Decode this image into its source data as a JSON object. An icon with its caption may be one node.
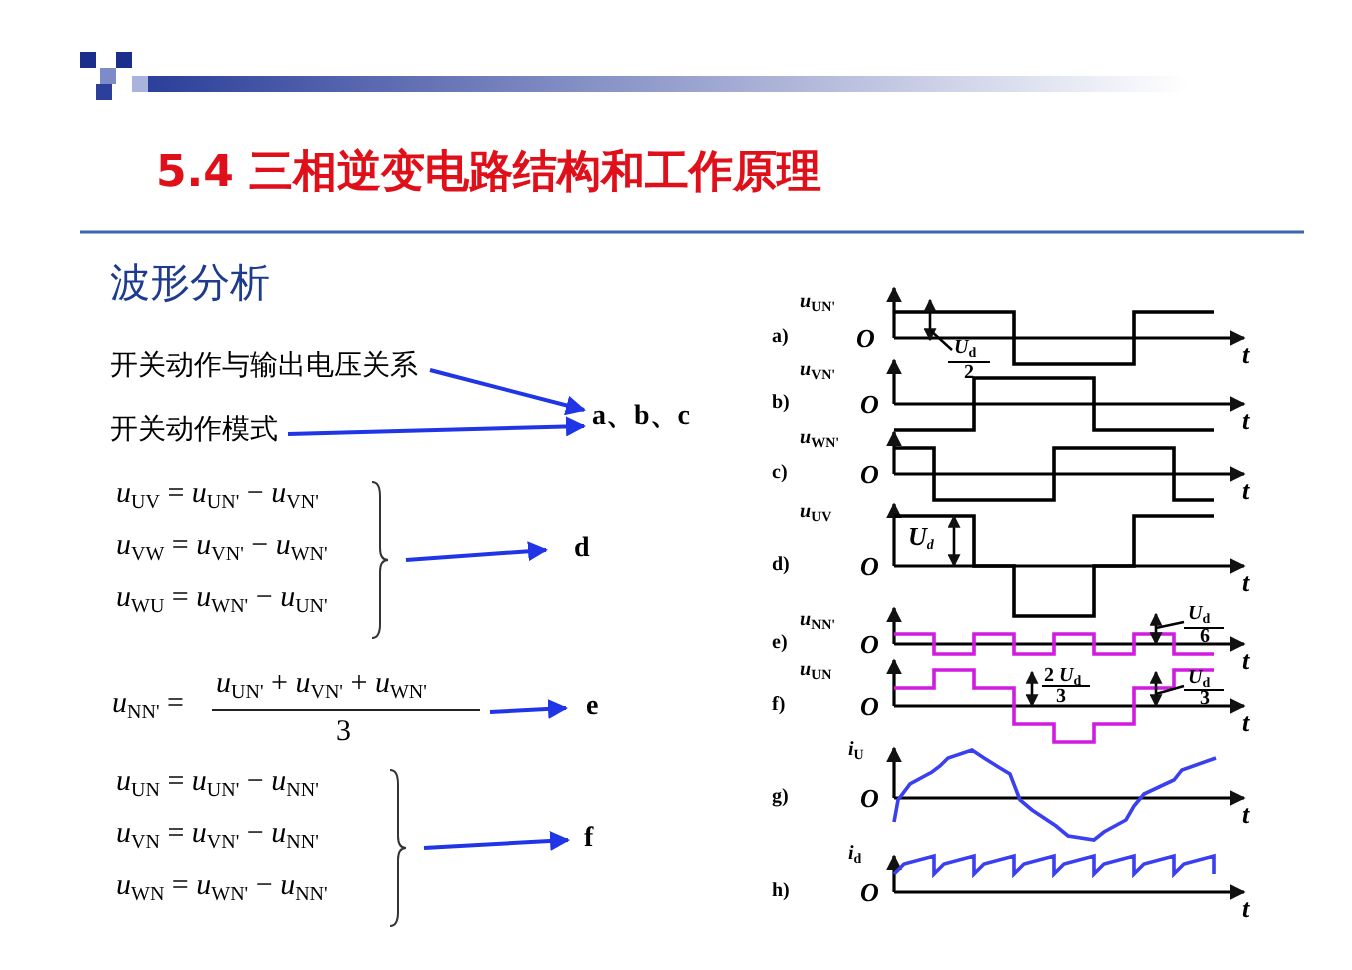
{
  "diagram": {
    "title": "5.4 三相逆变电路结构和工作原理",
    "nodes": [
      {
        "text": [
          "开关动作与输出电压关系"
        ]
      },
      {
        "text": [
          "开关动作模式"
        ]
      },
      {
        "text": [
          "a、b、c"
        ]
      },
      {
        "text": [
          "*u*$_{UV}$ = *u*$_{UN'}$ − *u*$_{VN'}$",
          "*u*$_{VW}$ = *u*$_{VN'}$ − *u*$_{WN'}$",
          "*u*$_{WU}$ = *u*$_{WN'}$ − *u*$_{UN'}$"
        ]
      },
      {
        "text": [
          "d"
        ]
      },
      {
        "text": [
          "*u*$_{NN'}$ =",
          "*u*$_{UN'}$ + *u*$_{VN'}$ + *u*$_{WN'}$",
          "3"
        ]
      },
      {
        "text": [
          "e"
        ]
      },
      {
        "text": [
          "*u*$_{UN}$ = *u*$_{UN'}$ − *u*$_{NN'}$",
          "*u*$_{VN}$ = *u*$_{VN'}$ − *u*$_{NN'}$",
          "*u*$_{WN}$ = *u*$_{WN'}$ − *u*$_{NN'}$"
        ]
      },
      {
        "text": [
          "f"
        ]
      }
    ],
    "edges": [
      {
        "from": 0,
        "to": 2,
        "arrow": "to"
      },
      {
        "from": 1,
        "to": 2,
        "arrow": "to"
      },
      {
        "from": 3,
        "to": 4,
        "arrow": "to"
      },
      {
        "from": 5,
        "to": 6,
        "arrow": "to"
      },
      {
        "from": 7,
        "to": 8,
        "arrow": "to"
      }
    ],
    "labels": [
      "波形分析",
      "*u*$_{UN'}$",
      "a)",
      "O",
      "*U*$_{d}$",
      "2",
      "t",
      "*u*$_{VN'}$",
      "b)",
      "O",
      "t",
      "*u*$_{WN'}$",
      "c)",
      "O",
      "t",
      "*u*$_{UV}$",
      "*U*$_{d}$",
      "d)",
      "O",
      "t",
      "*u*$_{NN'}$",
      "*U*$_{d}$",
      "e)",
      "O",
      "6",
      "t",
      "*u*$_{UN}$",
      "2 *U*$_{d}$",
      "*U*$_{d}$",
      "f)",
      "O",
      "3",
      "3",
      "t",
      "*i*$_{U}$",
      "g)",
      "O",
      "t",
      "*i*$_{d}$",
      "h)",
      "O",
      "t"
    ]
  }
}
